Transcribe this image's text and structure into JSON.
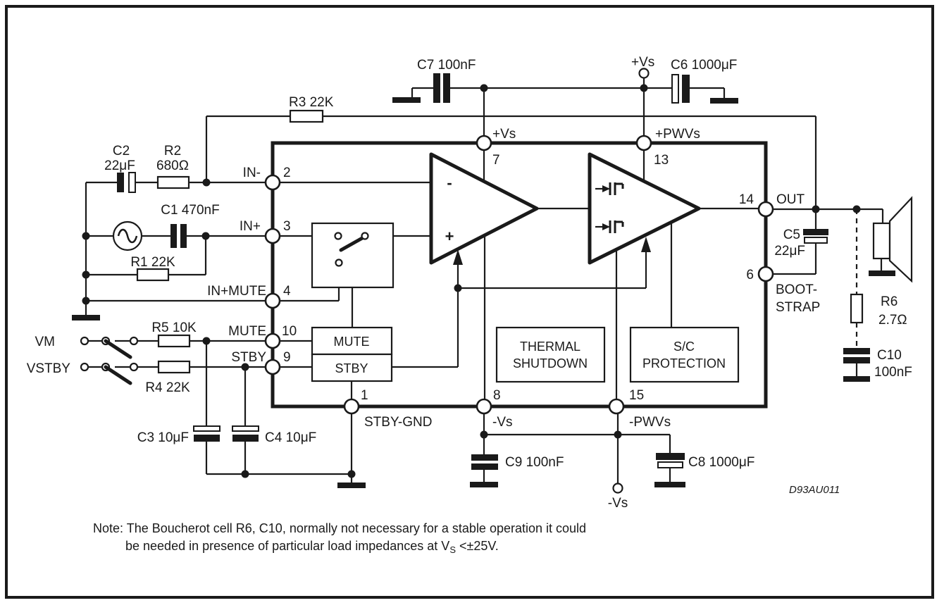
{
  "colors": {
    "ink": "#1a1a1a",
    "paper": "#ffffff"
  },
  "figure_code": "D93AU011",
  "power": {
    "vs_plus_terminal": "+Vs",
    "vs_minus_terminal": "-Vs"
  },
  "sources": {
    "vm": "VM",
    "vstby": "VSTBY"
  },
  "components": {
    "c1": "C1 470nF",
    "c2_name": "C2",
    "c2_value": "22μF",
    "c3": "C3 10μF",
    "c4": "C4 10μF",
    "c5_name": "C5",
    "c5_value": "22μF",
    "c6": "C6 1000μF",
    "c7": "C7 100nF",
    "c8": "C8 1000μF",
    "c9": "C9 100nF",
    "c10_name": "C10",
    "c10_value": "100nF",
    "r1": "R1 22K",
    "r2_name": "R2",
    "r2_value": "680Ω",
    "r3": "R3 22K",
    "r4": "R4 22K",
    "r5": "R5 10K",
    "r6_name": "R6",
    "r6_value": "2.7Ω"
  },
  "ic": {
    "pins": {
      "p1": {
        "num": "1",
        "name": "STBY-GND"
      },
      "p2": {
        "num": "2",
        "name": "IN-"
      },
      "p3": {
        "num": "3",
        "name": "IN+"
      },
      "p4": {
        "num": "4",
        "name": "IN+MUTE"
      },
      "p6": {
        "num": "6",
        "name_line1": "BOOT-",
        "name_line2": "STRAP"
      },
      "p7": {
        "num": "7",
        "name": "+Vs"
      },
      "p8": {
        "num": "8",
        "name": "-Vs"
      },
      "p9": {
        "num": "9",
        "name": "STBY"
      },
      "p10": {
        "num": "10",
        "name": "MUTE"
      },
      "p13": {
        "num": "13",
        "name": "+PWVs"
      },
      "p14": {
        "num": "14",
        "name": "OUT"
      },
      "p15": {
        "num": "15",
        "name": "-PWVs"
      }
    },
    "blocks": {
      "mute": "MUTE",
      "stby": "STBY",
      "thermal_line1": "THERMAL",
      "thermal_line2": "SHUTDOWN",
      "sc_line1": "S/C",
      "sc_line2": "PROTECTION"
    },
    "opamp1": {
      "minus": "-",
      "plus": "+"
    }
  },
  "note": {
    "line1": "Note: The Boucherot cell R6, C10, normally not necessary for a stable operation it could",
    "line2_pre": "be needed in presence of particular load impedances at V",
    "line2_sub": "S",
    "line2_post": " <±25V."
  }
}
